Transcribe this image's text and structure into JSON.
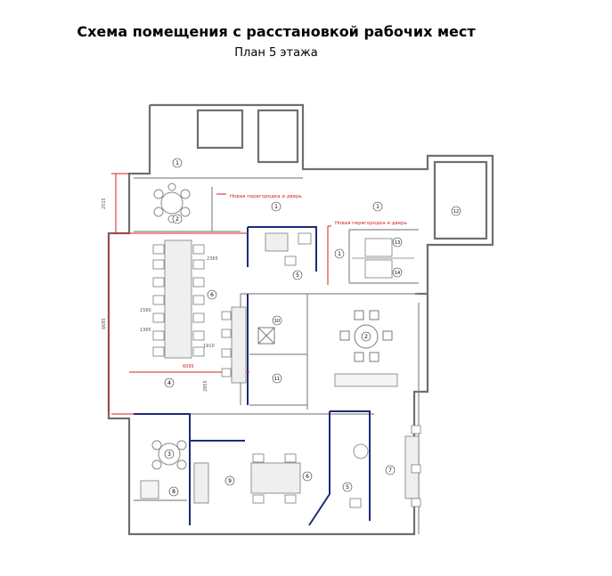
{
  "header": {
    "title": "Схема помещения с расстановкой рабочих мест",
    "subtitle": "План 5 этажа"
  },
  "annotations": {
    "new_partition_left": "Новая перегородка и дверь",
    "new_partition_right": "Новая перегородка и дверь"
  },
  "dimensions": {
    "left_top": "2515",
    "left_main": "6685",
    "row_a": "2365",
    "row_b": "1560",
    "row_c": "1365",
    "row_d": "1910",
    "red_short": "6095",
    "vertical_gap": "2855"
  },
  "rooms": [
    "1",
    "2",
    "3",
    "4",
    "5",
    "6",
    "7",
    "8",
    "9",
    "10",
    "11",
    "12",
    "13",
    "14"
  ],
  "colors": {
    "wall": "#7a7a7a",
    "partition": "#1f2a7a",
    "red_line": "#d81f26",
    "furniture": "#9a9a9a",
    "dim_text": "#555555"
  }
}
